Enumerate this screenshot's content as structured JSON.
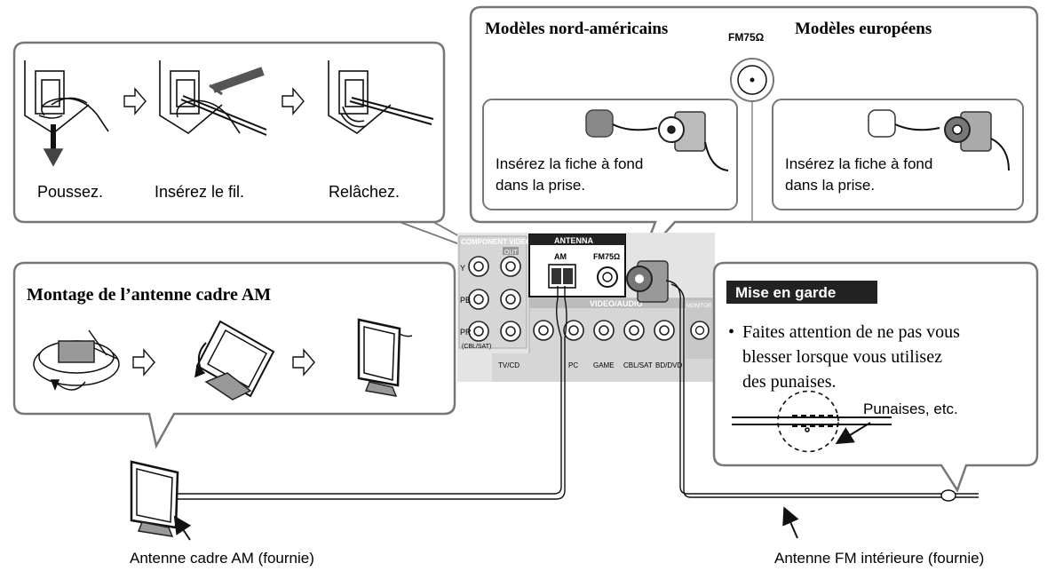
{
  "wire_steps": {
    "push": "Poussez.",
    "insert": "Insérez le fil.",
    "release": "Relâchez."
  },
  "fm_panel": {
    "na_title": "Modèles nord-américains",
    "eu_title": "Modèles européens",
    "jack_label": "FM75Ω",
    "na_instruction_line1": "Insérez la fiche à fond",
    "na_instruction_line2": "dans la prise.",
    "eu_instruction_line1": "Insérez la fiche à fond",
    "eu_instruction_line2": "dans la prise."
  },
  "am_panel": {
    "title": "Montage de l’antenne cadre AM"
  },
  "receiver": {
    "antenna_header": "ANTENNA",
    "am_label": "AM",
    "fm_label": "FM75Ω",
    "component_video": "COMPONENT VIDEO",
    "out_label": "OUT",
    "y_label": "Y",
    "pb_label": "PB",
    "pr_label": "PR",
    "cbl_sat_small": "(CBL/SAT)",
    "video_audio": "VIDEO/AUDIO",
    "monitor_out": "MONITOR O",
    "inputs": [
      "TV/CD",
      "PC",
      "GAME",
      "CBL/SAT",
      "BD/DVD"
    ]
  },
  "caution": {
    "header": "Mise en garde",
    "bullet": "•",
    "line1": "Faites attention de ne pas vous",
    "line2": "blesser lorsque vous utilisez",
    "line3": "des punaises.",
    "pin_label": "Punaises, etc."
  },
  "labels": {
    "am_antenna": "Antenne cadre AM (fournie)",
    "fm_antenna": "Antenne FM intérieure (fournie)"
  }
}
